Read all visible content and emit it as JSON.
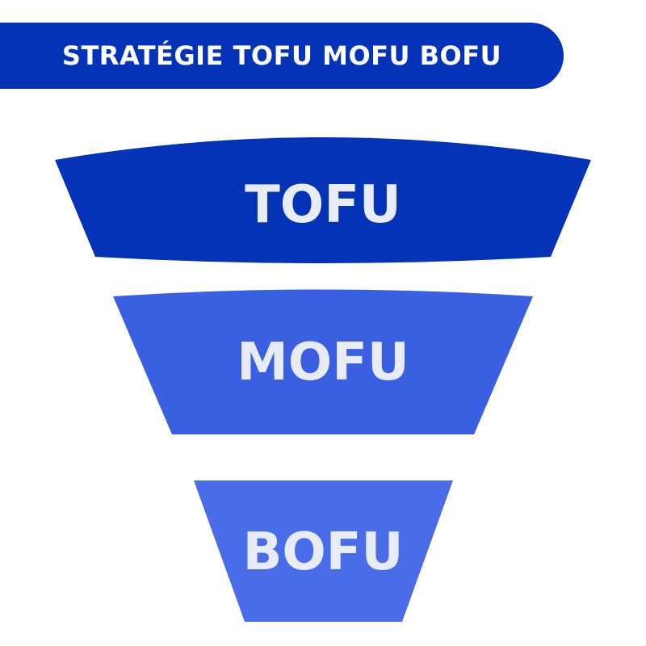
{
  "title": "STRATÉGIE TOFU MOFU BOFU",
  "colors": {
    "title_bg": "#0433B8",
    "tofu": "#0433B8",
    "mofu": "#3A5FE0",
    "bofu": "#4A6CE8",
    "label_text": "#E8ECF8",
    "title_text": "#FFFFFF"
  },
  "stages": [
    {
      "label": "TOFU"
    },
    {
      "label": "MOFU"
    },
    {
      "label": "BOFU"
    }
  ]
}
